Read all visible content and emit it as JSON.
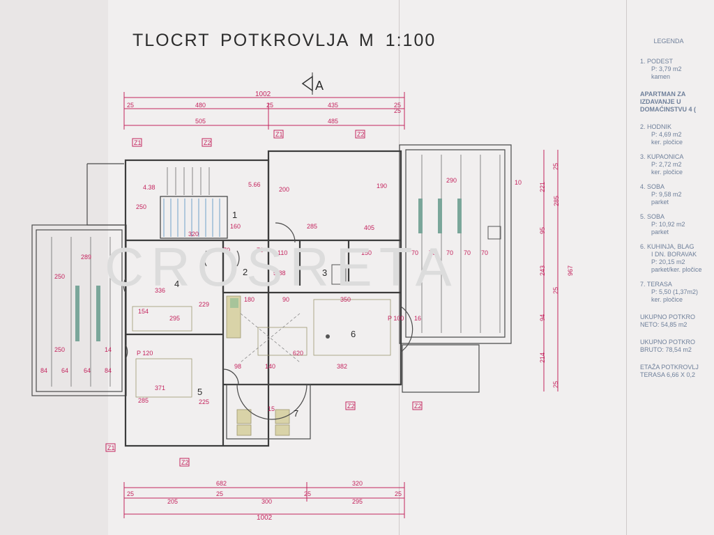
{
  "title": "TLOCRT  POTKROVLJA   M 1:100",
  "section_mark": "A",
  "watermark": "CROSRETA",
  "legend": {
    "heading": "LEGENDA",
    "intro_items": [
      {
        "line1": "1.  PODEST",
        "line2": "P: 3,79 m2",
        "line3": "kamen"
      }
    ],
    "group_title": [
      "APARTMAN ZA",
      "IZDAVANJE U",
      "DOMAĆINSTVU 4 ("
    ],
    "items": [
      {
        "line1": "2.  HODNIK",
        "line2": "P: 4,69 m2",
        "line3": "ker. pločice"
      },
      {
        "line1": "3.  KUPAONICA",
        "line2": "P: 2,72 m2",
        "line3": "ker. pločice"
      },
      {
        "line1": "4.  SOBA",
        "line2": "P: 9,58 m2",
        "line3": "parket"
      },
      {
        "line1": "5.  SOBA",
        "line2": "P: 10,92 m2",
        "line3": "parket"
      },
      {
        "line1": "6.  KUHINJA, BLAG",
        "line1b": "I DN. BORAVAK",
        "line2": "P: 20,15 m2",
        "line3": "parket/ker. pločice"
      },
      {
        "line1": "7.  TERASA",
        "line2": "P: 5,50 (1,37m2)",
        "line3": "ker. pločice"
      }
    ],
    "totals": [
      {
        "line1": "UKUPNO POTKRO",
        "line2": "NETO:  54,85 m2"
      },
      {
        "line1": "UKUPNO POTKRO",
        "line2": "BRUTO:  78,54 m2"
      },
      {
        "line1": "ETAŽA POTKROVLJ",
        "line2": "TERASA  6,66 X 0,2"
      }
    ]
  },
  "dims": {
    "top_total": "1002",
    "top_a": "480",
    "top_b": "435",
    "top_c": "505",
    "top_d": "485",
    "top_s1": "25",
    "top_s2": "25",
    "top_s3": "25",
    "top_s4": "25",
    "bottom_total": "1002",
    "bottom_a": "682",
    "bottom_b": "320",
    "bottom_c": "205",
    "bottom_d": "300",
    "bottom_e": "295",
    "bottom_s1": "25",
    "bottom_s2": "25",
    "bottom_s3": "25",
    "bottom_s4": "25",
    "right_a": "221",
    "right_b": "285",
    "right_c": "95",
    "right_d": "243",
    "right_e": "94",
    "right_f": "214",
    "right_total": "967",
    "r_in1": "25",
    "r_in2": "25",
    "r_in3": "25",
    "d_438": "4.38",
    "d_566": "5.66",
    "d_588": "5.88",
    "d_250a": "250",
    "d_320": "320",
    "d_160": "160",
    "d_285": "285",
    "d_200": "200",
    "d_190": "190",
    "d_290": "290",
    "d_10": "10",
    "d_405": "405",
    "d_289": "289",
    "d_250b": "250",
    "d_250c": "250",
    "d_64a": "64",
    "d_64b": "64",
    "d_84a": "84",
    "d_84b": "84",
    "d_70a": "70",
    "d_70b": "70",
    "d_110": "110",
    "d_150": "150",
    "d_295": "295",
    "d_229": "229",
    "d_336": "336",
    "d_154": "154",
    "d_180": "180",
    "d_90": "90",
    "d_350": "350",
    "d_100": "100",
    "d_620": "620",
    "d_382": "382",
    "d_140": "140",
    "d_98": "98",
    "d_371": "371",
    "d_225": "225",
    "d_285b": "285",
    "d_15": "15",
    "d_p120": "P 120",
    "d_p100": "P 100",
    "d_70c": "70",
    "d_70d": "70",
    "d_70e": "70",
    "d_70f": "70",
    "d_70g": "70",
    "d_14": "14",
    "d_16": "16"
  },
  "rooms": {
    "r1": "1",
    "r2": "2",
    "r3": "3",
    "r4": "4",
    "r5": "5",
    "r6": "6",
    "r7": "7"
  },
  "zmarks": {
    "z1": "Z1",
    "z2": "Z2"
  }
}
